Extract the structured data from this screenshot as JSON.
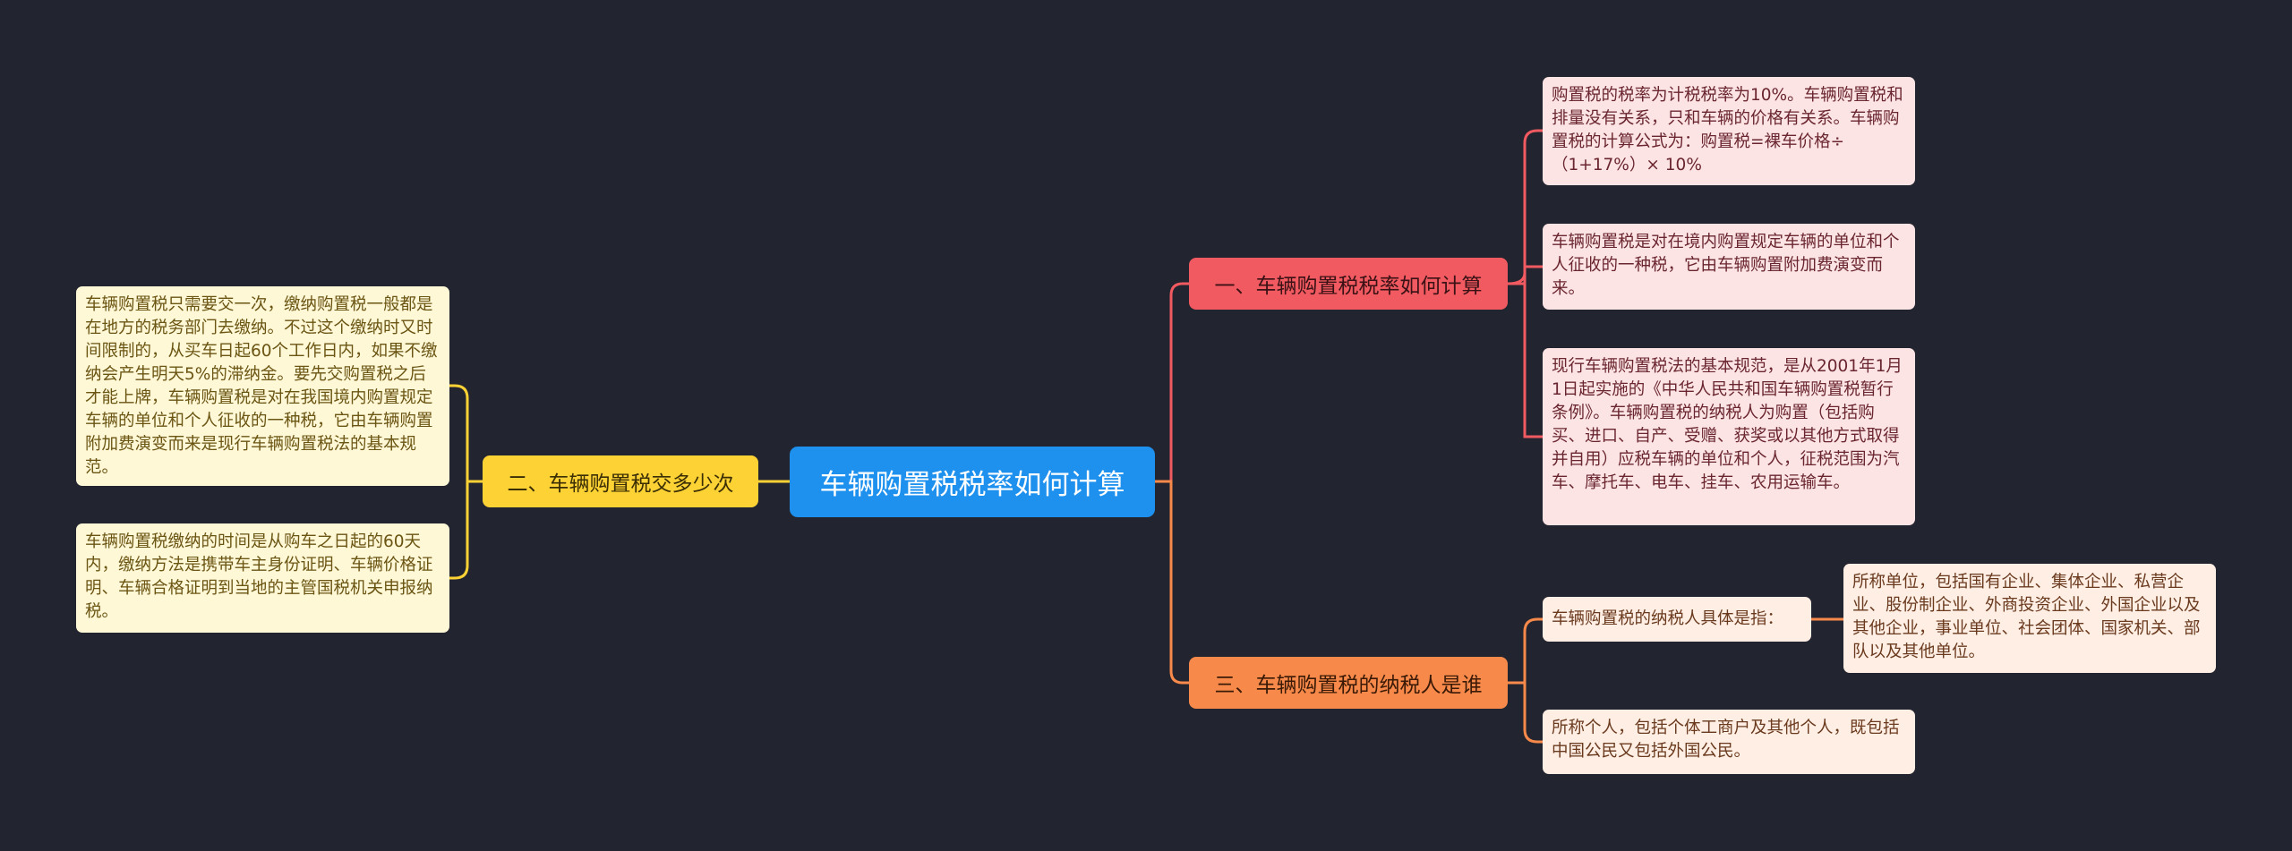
{
  "root": {
    "label": "车辆购置税税率如何计算"
  },
  "branches": [
    {
      "label": "一、车辆购置税税率如何计算",
      "leaves": [
        "购置税的税率为计税税率为10%。车辆购置税和排量没有关系，只和车辆的价格有关系。车辆购置税的计算公式为：购置税=裸车价格÷（1+17%）× 10%",
        "车辆购置税是对在境内购置规定车辆的单位和个人征收的一种税，它由车辆购置附加费演变而来。",
        "现行车辆购置税法的基本规范，是从2001年1月1日起实施的《中华人民共和国车辆购置税暂行条例》。车辆购置税的纳税人为购置（包括购买、进口、自产、受赠、获奖或以其他方式取得并自用）应税车辆的单位和个人，征税范围为汽车、摩托车、电车、挂车、农用运输车。"
      ]
    },
    {
      "label": "二、车辆购置税交多少次",
      "leaves": [
        "车辆购置税只需要交一次，缴纳购置税一般都是在地方的税务部门去缴纳。不过这个缴纳时又时间限制的，从买车日起60个工作日内，如果不缴纳会产生明天5%的滞纳金。要先交购置税之后才能上牌，车辆购置税是对在我国境内购置规定车辆的单位和个人征收的一种税，它由车辆购置附加费演变而来是现行车辆购置税法的基本规范。",
        "车辆购置税缴纳的时间是从购车之日起的60天内，缴纳方法是携带车主身份证明、车辆价格证明、车辆合格证明到当地的主管国税机关申报纳税。"
      ]
    },
    {
      "label": "三、车辆购置税的纳税人是谁",
      "leaves": [
        "车辆购置税的纳税人具体是指：",
        "所称单位，包括国有企业、集体企业、私营企业、股份制企业、外商投资企业、外国企业以及其他企业，事业单位、社会团体、国家机关、部队以及其他单位。",
        "所称个人，包括个体工商户及其他个人，既包括中国公民又包括外国公民。"
      ]
    }
  ],
  "colors": {
    "background": "#22252f",
    "root": "#1e90ee",
    "branch1": "#f15a60",
    "branch2": "#fdd234",
    "branch3": "#f7894a",
    "leaf_pink": "#fde4e4",
    "leaf_yellow": "#fff8d7",
    "leaf_peach": "#ffeee4"
  }
}
